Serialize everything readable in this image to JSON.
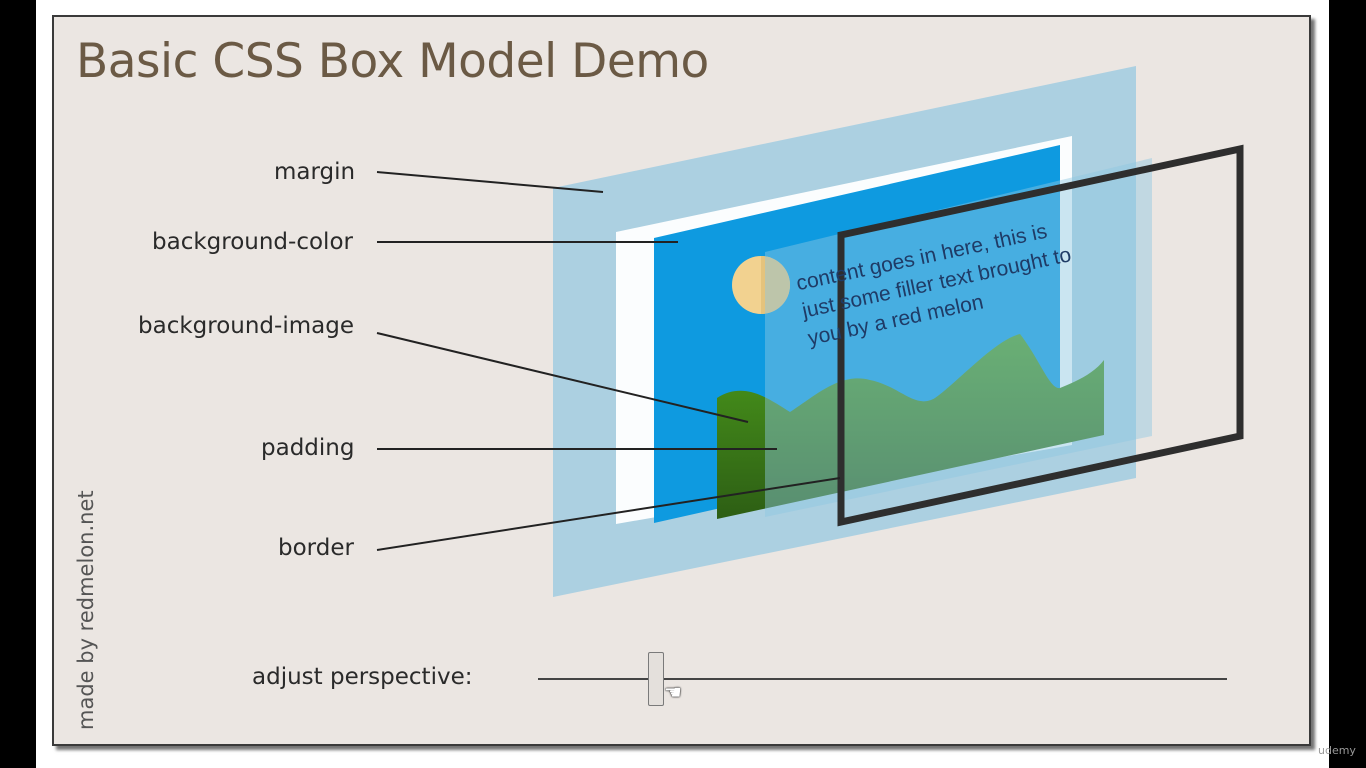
{
  "title": "Basic CSS Box Model Demo",
  "labels": {
    "margin": "margin",
    "background_color": "background-color",
    "background_image": "background-image",
    "padding": "padding",
    "border": "border"
  },
  "content_text": {
    "line1": "content goes in here, this is",
    "line2": "just some filler text brought to",
    "line3": "you by a red melon"
  },
  "credit": "made by redmelon.net",
  "slider": {
    "label": "adjust perspective:",
    "value_fraction": 0.17
  },
  "watermark": "udemy",
  "colors": {
    "margin_layer": "#a9cfe0",
    "background_color_layer": "#0e9ae0",
    "background_image_hills": "#3f8a18",
    "sun": "#f2d290",
    "border_layer": "#2e2e2e",
    "title": "#6b5a45"
  }
}
